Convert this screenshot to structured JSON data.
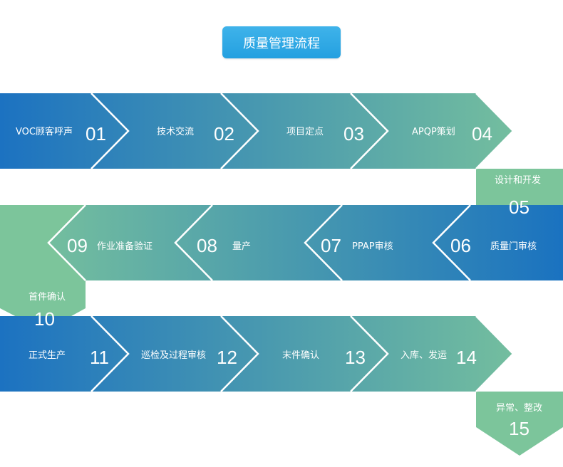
{
  "title": "质量管理流程",
  "colors": {
    "blue": "#1a72c0",
    "green": "#7ac39a",
    "title_bg": "#2ba7e4"
  },
  "steps": [
    {
      "label": "VOC顾客呼声",
      "num": "01"
    },
    {
      "label": "技术交流",
      "num": "02"
    },
    {
      "label": "项目定点",
      "num": "03"
    },
    {
      "label": "APQP策划",
      "num": "04"
    },
    {
      "label": "设计和开发",
      "num": "05"
    },
    {
      "label": "质量门审核",
      "num": "06"
    },
    {
      "label": "PPAP审核",
      "num": "07"
    },
    {
      "label": "量产",
      "num": "08"
    },
    {
      "label": "作业准备验证",
      "num": "09"
    },
    {
      "label": "首件确认",
      "num": "10"
    },
    {
      "label": "正式生产",
      "num": "11"
    },
    {
      "label": "巡检及过程审核",
      "num": "12"
    },
    {
      "label": "末件确认",
      "num": "13"
    },
    {
      "label": "入库、发运",
      "num": "14"
    },
    {
      "label": "异常、整改",
      "num": "15"
    }
  ]
}
